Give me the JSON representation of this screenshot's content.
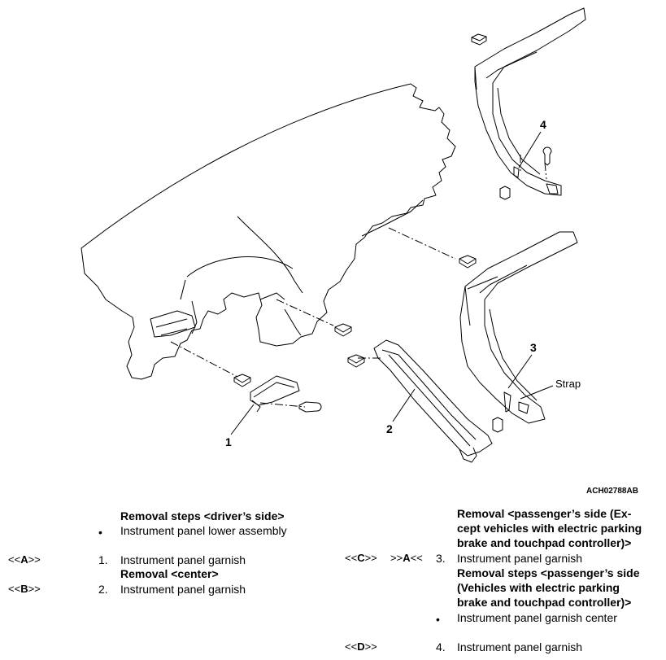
{
  "diagram": {
    "callouts": {
      "c1": "1",
      "c2": "2",
      "c3": "3",
      "c4": "4"
    },
    "strap_label": "Strap",
    "drawing_code": "ACH02788AB"
  },
  "steps": {
    "driver": {
      "heading": "Removal steps <driver’s side>",
      "bullet": "•",
      "bullet_item": "Instrument panel lower assembly",
      "ref1_prefix": "<<",
      "ref1_letter": "A",
      "ref1_suffix": ">>",
      "step1_num": "1.",
      "step1_text": "Instrument panel garnish"
    },
    "center": {
      "heading": "Removal <center>",
      "ref_prefix": "<<",
      "ref_letter": "B",
      "ref_suffix": ">>",
      "step_num": "2.",
      "step_text": "Instrument panel garnish"
    },
    "passenger_a": {
      "heading_line1": "Removal <passenger’s side (Ex-",
      "heading_line2": "cept vehicles with electric parking",
      "heading_line3": "brake and touchpad controller)>",
      "ref_c_prefix": "<<",
      "ref_c_letter": "C",
      "ref_c_suffix": ">>",
      "ref_a_prefix": ">>",
      "ref_a_letter": "A",
      "ref_a_suffix": "<<",
      "step_num": "3.",
      "step_text": "Instrument panel garnish"
    },
    "passenger_b": {
      "heading_line1": "Removal steps <passenger’s side",
      "heading_line2": "(Vehicles with electric parking",
      "heading_line3": "brake and touchpad controller)>",
      "bullet": "•",
      "bullet_item": "Instrument panel garnish center",
      "ref_prefix": "<<",
      "ref_letter": "D",
      "ref_suffix": ">>",
      "step_num": "4.",
      "step_text": "Instrument panel garnish"
    }
  }
}
